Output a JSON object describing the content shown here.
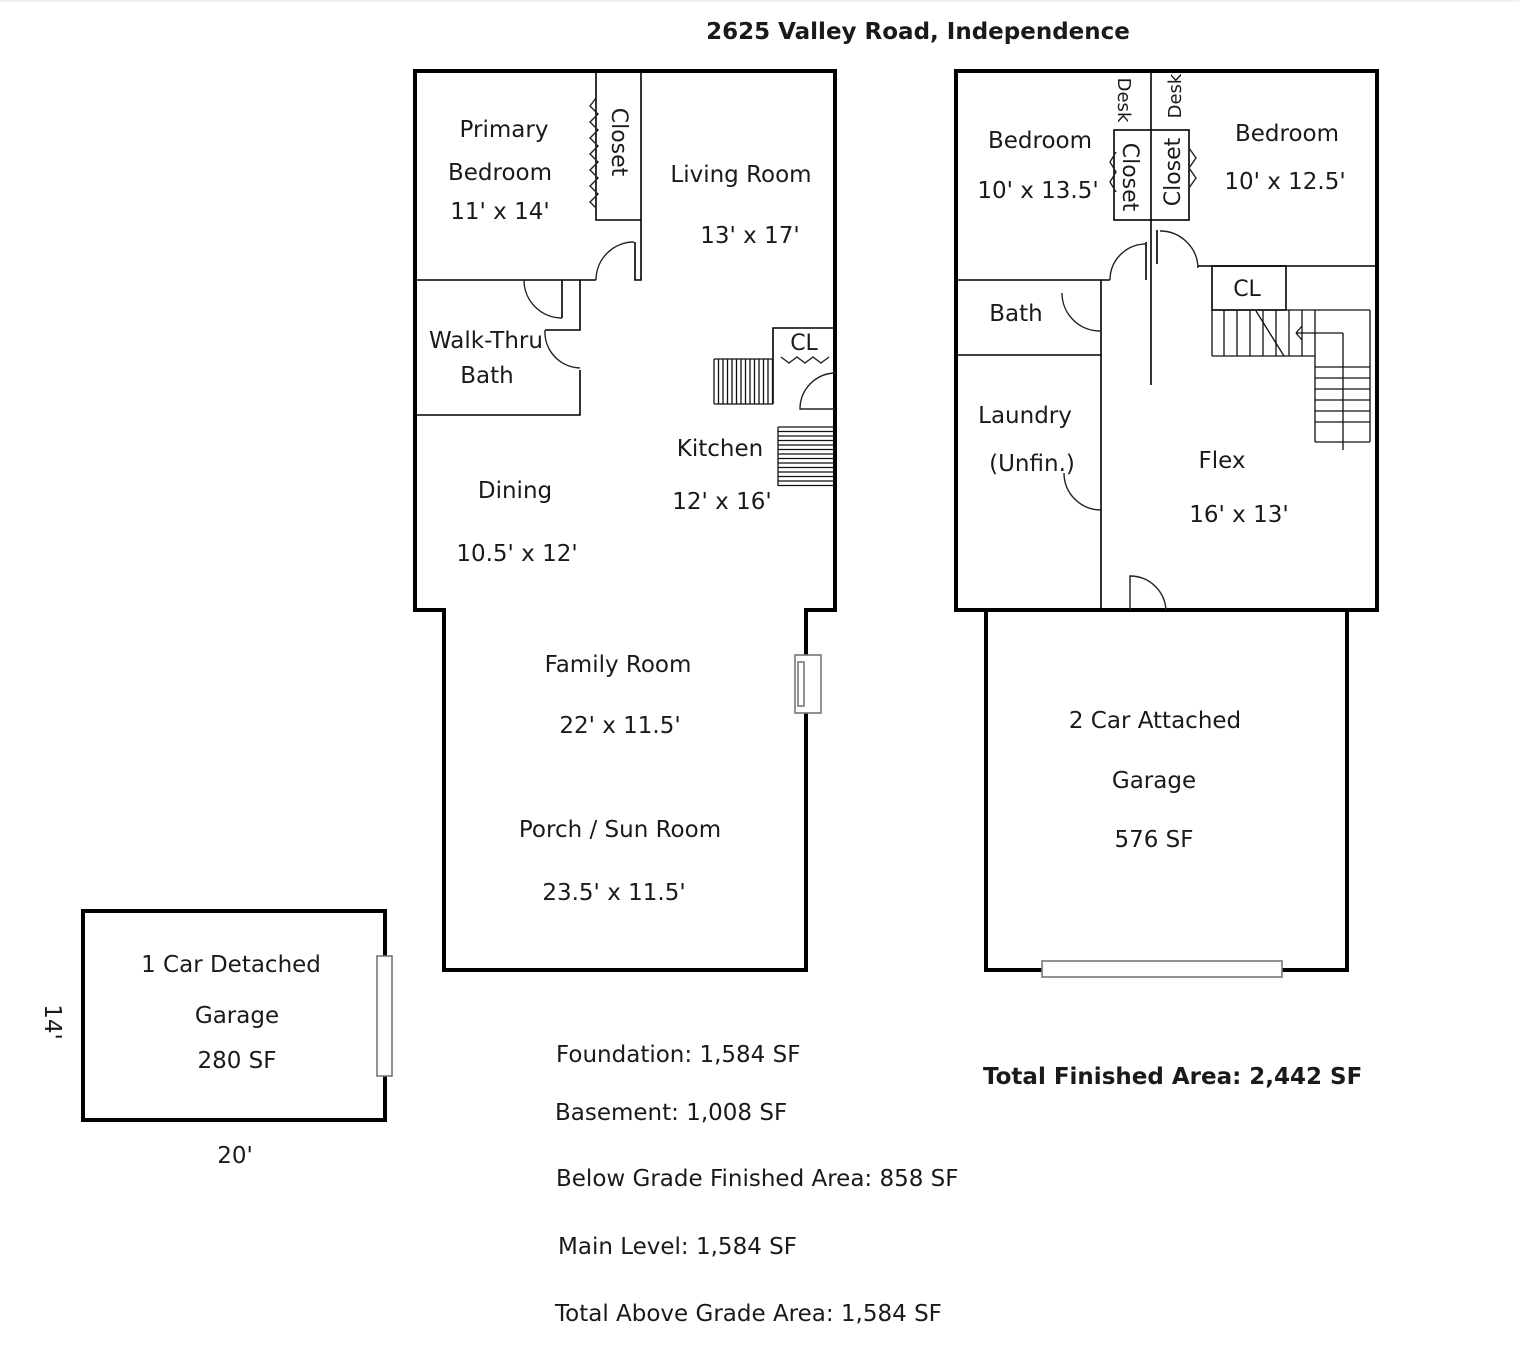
{
  "title": "2625 Valley Road, Independence",
  "main_level": {
    "rooms": {
      "primary_bedroom": {
        "name_line1": "Primary",
        "name_line2": "Bedroom",
        "size": "11' x 14'"
      },
      "primary_closet": {
        "name": "Closet"
      },
      "living_room": {
        "name": "Living Room",
        "size": "13' x 17'"
      },
      "walk_thru_bath": {
        "name_line1": "Walk-Thru",
        "name_line2": "Bath"
      },
      "closet_cl": {
        "name": "CL"
      },
      "kitchen": {
        "name": "Kitchen",
        "size": "12' x 16'"
      },
      "dining": {
        "name": "Dining",
        "size": "10.5' x 12'"
      },
      "family_room": {
        "name": "Family Room",
        "size": "22' x 11.5'"
      },
      "porch": {
        "name": "Porch / Sun Room",
        "size": "23.5' x 11.5'"
      }
    }
  },
  "lower_level": {
    "rooms": {
      "bedroom_left": {
        "name": "Bedroom",
        "size": "10' x 13.5'"
      },
      "bedroom_right": {
        "name": "Bedroom",
        "size": "10' x 12.5'"
      },
      "desk_left": {
        "name": "Desk"
      },
      "desk_right": {
        "name": "Desk"
      },
      "closet_left": {
        "name": "Closet"
      },
      "closet_right": {
        "name": "Closet"
      },
      "bath": {
        "name": "Bath"
      },
      "closet_cl": {
        "name": "CL"
      },
      "laundry": {
        "name_line1": "Laundry",
        "name_line2": "(Unfin.)"
      },
      "flex": {
        "name": "Flex",
        "size": "16' x 13'"
      }
    }
  },
  "attached_garage": {
    "line1": "2 Car Attached",
    "line2": "Garage",
    "area": "576 SF"
  },
  "detached_garage": {
    "line1": "1 Car Detached",
    "line2": "Garage",
    "area": "280 SF",
    "width_dim": "20'",
    "depth_dim": "14'"
  },
  "summary": {
    "foundation": "Foundation: 1,584 SF",
    "basement": "Basement: 1,008 SF",
    "below_grade": "Below Grade Finished Area: 858 SF",
    "main_level": "Main Level: 1,584 SF",
    "total_above": "Total Above Grade Area: 1,584 SF",
    "total_finished": "Total Finished Area: 2,442 SF"
  }
}
